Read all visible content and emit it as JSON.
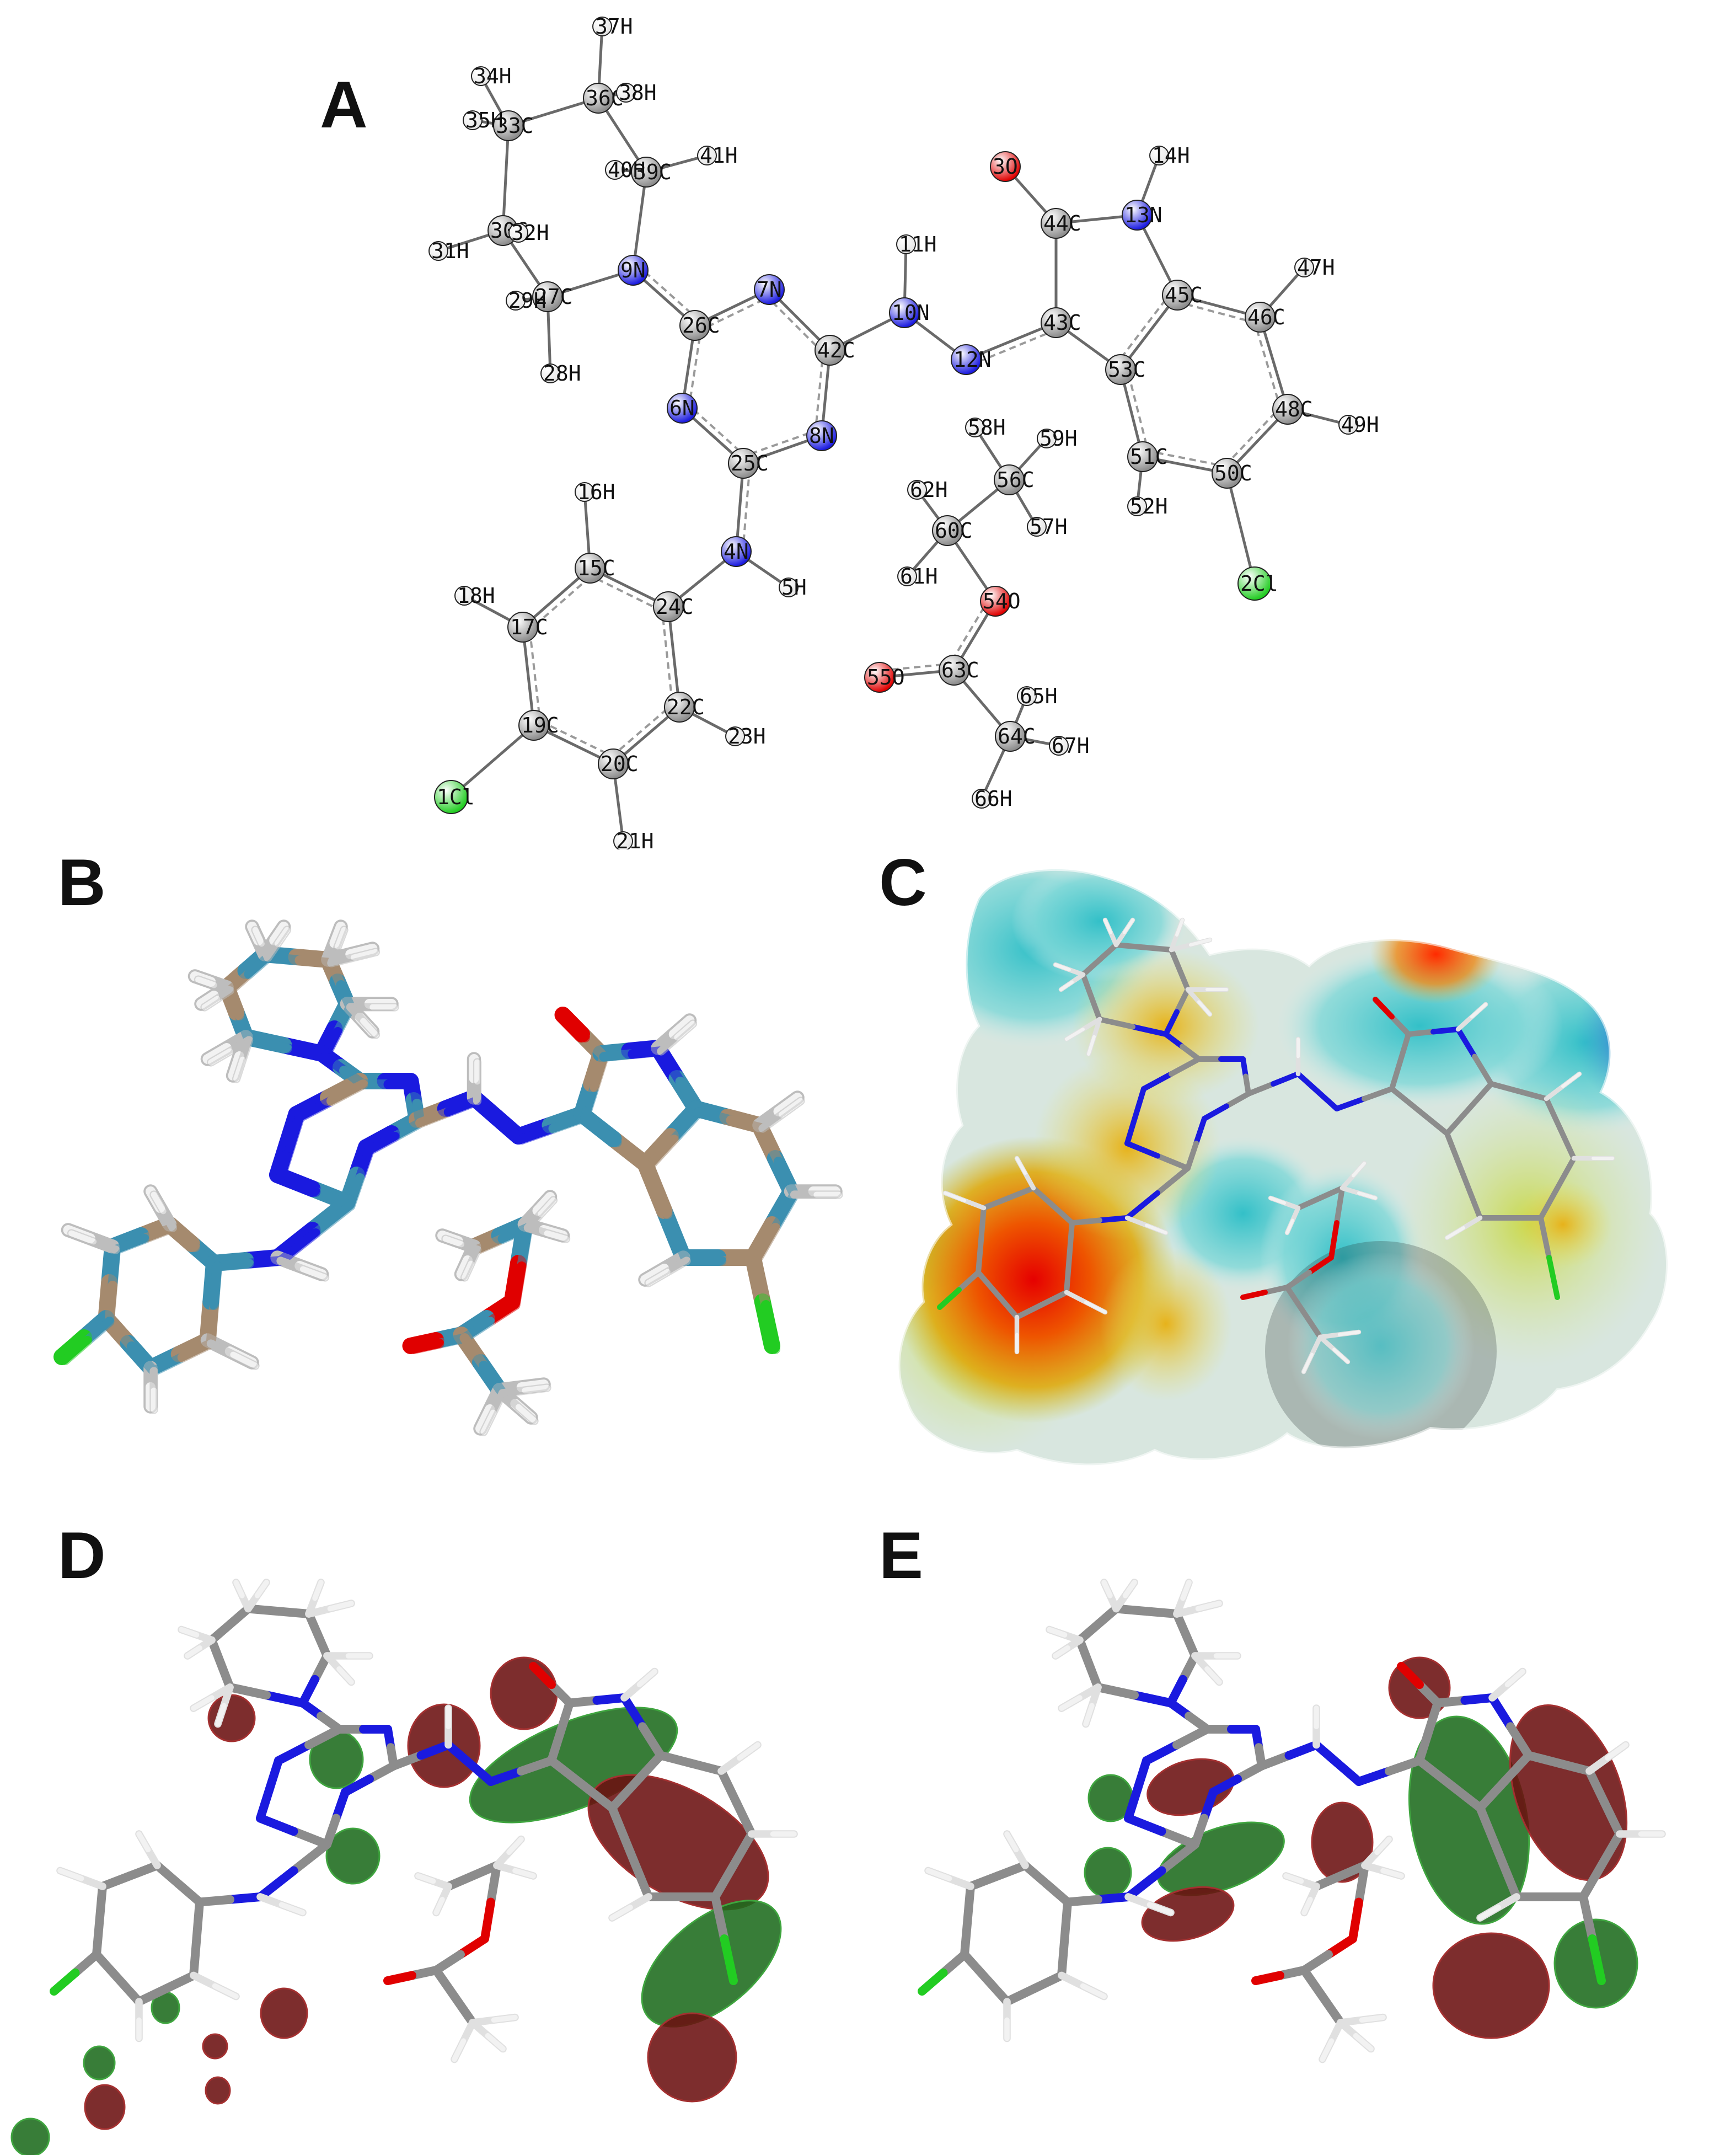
{
  "panels": {
    "a": {
      "label": "A"
    },
    "b": {
      "label": "B"
    },
    "c": {
      "label": "C"
    },
    "d": {
      "label": "D"
    },
    "e": {
      "label": "E"
    }
  },
  "colors": {
    "carbon": "#8c8c8c",
    "hydrogen": "#e6e6e6",
    "nitrogen": "#1a1adf",
    "oxygen": "#e00000",
    "chlorine": "#22cc22",
    "overlay_blue": "#3b8fb0",
    "overlay_tan": "#a58a6e",
    "orbital_green": "#1d6b1d",
    "orbital_red": "#6b1010"
  },
  "panel_a_atoms": [
    {
      "label": "1Cl",
      "el": "Cl"
    },
    {
      "label": "2Cl",
      "el": "Cl"
    },
    {
      "label": "3O",
      "el": "O"
    },
    {
      "label": "4N",
      "el": "N"
    },
    {
      "label": "5H",
      "el": "H"
    },
    {
      "label": "6N",
      "el": "N"
    },
    {
      "label": "7N",
      "el": "N"
    },
    {
      "label": "8N",
      "el": "N"
    },
    {
      "label": "9N",
      "el": "N"
    },
    {
      "label": "10N",
      "el": "N"
    },
    {
      "label": "11H",
      "el": "H"
    },
    {
      "label": "12N",
      "el": "N"
    },
    {
      "label": "13N",
      "el": "N"
    },
    {
      "label": "14H",
      "el": "H"
    },
    {
      "label": "15C",
      "el": "C"
    },
    {
      "label": "16H",
      "el": "H"
    },
    {
      "label": "17C",
      "el": "C"
    },
    {
      "label": "18H",
      "el": "H"
    },
    {
      "label": "19C",
      "el": "C"
    },
    {
      "label": "20C",
      "el": "C"
    },
    {
      "label": "21H",
      "el": "H"
    },
    {
      "label": "22C",
      "el": "C"
    },
    {
      "label": "23H",
      "el": "H"
    },
    {
      "label": "24C",
      "el": "C"
    },
    {
      "label": "25C",
      "el": "C"
    },
    {
      "label": "26C",
      "el": "C"
    },
    {
      "label": "27C",
      "el": "C"
    },
    {
      "label": "28H",
      "el": "H"
    },
    {
      "label": "29H",
      "el": "H"
    },
    {
      "label": "30C",
      "el": "C"
    },
    {
      "label": "31H",
      "el": "H"
    },
    {
      "label": "32H",
      "el": "H"
    },
    {
      "label": "33C",
      "el": "C"
    },
    {
      "label": "34H",
      "el": "H"
    },
    {
      "label": "35H",
      "el": "H"
    },
    {
      "label": "36C",
      "el": "C"
    },
    {
      "label": "37H",
      "el": "H"
    },
    {
      "label": "38H",
      "el": "H"
    },
    {
      "label": "39C",
      "el": "C"
    },
    {
      "label": "40H",
      "el": "H"
    },
    {
      "label": "41H",
      "el": "H"
    },
    {
      "label": "42C",
      "el": "C"
    },
    {
      "label": "43C",
      "el": "C"
    },
    {
      "label": "44C",
      "el": "C"
    },
    {
      "label": "45C",
      "el": "C"
    },
    {
      "label": "46C",
      "el": "C"
    },
    {
      "label": "47H",
      "el": "H"
    },
    {
      "label": "48C",
      "el": "C"
    },
    {
      "label": "49H",
      "el": "H"
    },
    {
      "label": "50C",
      "el": "C"
    },
    {
      "label": "51C",
      "el": "C"
    },
    {
      "label": "52H",
      "el": "H"
    },
    {
      "label": "53C",
      "el": "C"
    },
    {
      "label": "54O",
      "el": "O"
    },
    {
      "label": "55O",
      "el": "O"
    },
    {
      "label": "56C",
      "el": "C"
    },
    {
      "label": "57H",
      "el": "H"
    },
    {
      "label": "58H",
      "el": "H"
    },
    {
      "label": "59H",
      "el": "H"
    },
    {
      "label": "60C",
      "el": "C"
    },
    {
      "label": "61H",
      "el": "H"
    },
    {
      "label": "62H",
      "el": "H"
    },
    {
      "label": "63C",
      "el": "C"
    },
    {
      "label": "64C",
      "el": "C"
    },
    {
      "label": "65H",
      "el": "H"
    },
    {
      "label": "66H",
      "el": "H"
    },
    {
      "label": "67H",
      "el": "H"
    }
  ]
}
